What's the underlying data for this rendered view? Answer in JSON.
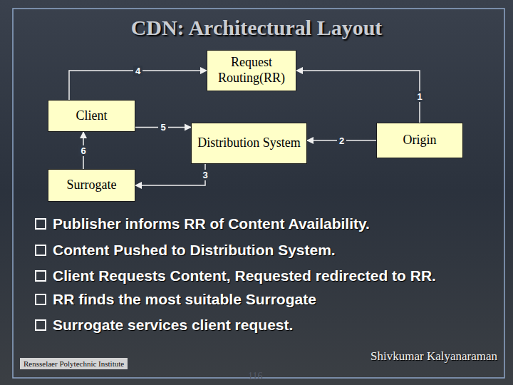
{
  "diagram": {
    "title": "CDN: Architectural Layout",
    "nodes": [
      {
        "text": [
          "Request Routing(RR)"
        ]
      },
      {
        "text": [
          "Client"
        ]
      },
      {
        "text": [
          "Distribution System"
        ]
      },
      {
        "text": [
          "Origin"
        ]
      },
      {
        "text": [
          "Surrogate"
        ]
      }
    ],
    "edges": [
      {
        "from": 3,
        "to": 0,
        "arrow": "to",
        "label": "1"
      },
      {
        "from": 3,
        "to": 2,
        "arrow": "to",
        "label": "2"
      },
      {
        "from": 2,
        "to": 4,
        "arrow": "to",
        "label": "3"
      },
      {
        "from": 1,
        "to": 0,
        "arrow": "to",
        "label": "4"
      },
      {
        "from": 1,
        "to": 2,
        "arrow": "to",
        "label": "5"
      },
      {
        "from": 4,
        "to": 1,
        "arrow": "to",
        "label": "6"
      }
    ],
    "labels": [
      "Publisher informs RR of Content Availability.",
      "Content Pushed to Distribution System.",
      "Client Requests Content, Requested redirected to RR.",
      "RR finds the most suitable Surrogate",
      "Surrogate services client request.",
      "Rensselaer Polytechnic Institute",
      "Shivkumar Kalyanaraman",
      "116"
    ]
  }
}
